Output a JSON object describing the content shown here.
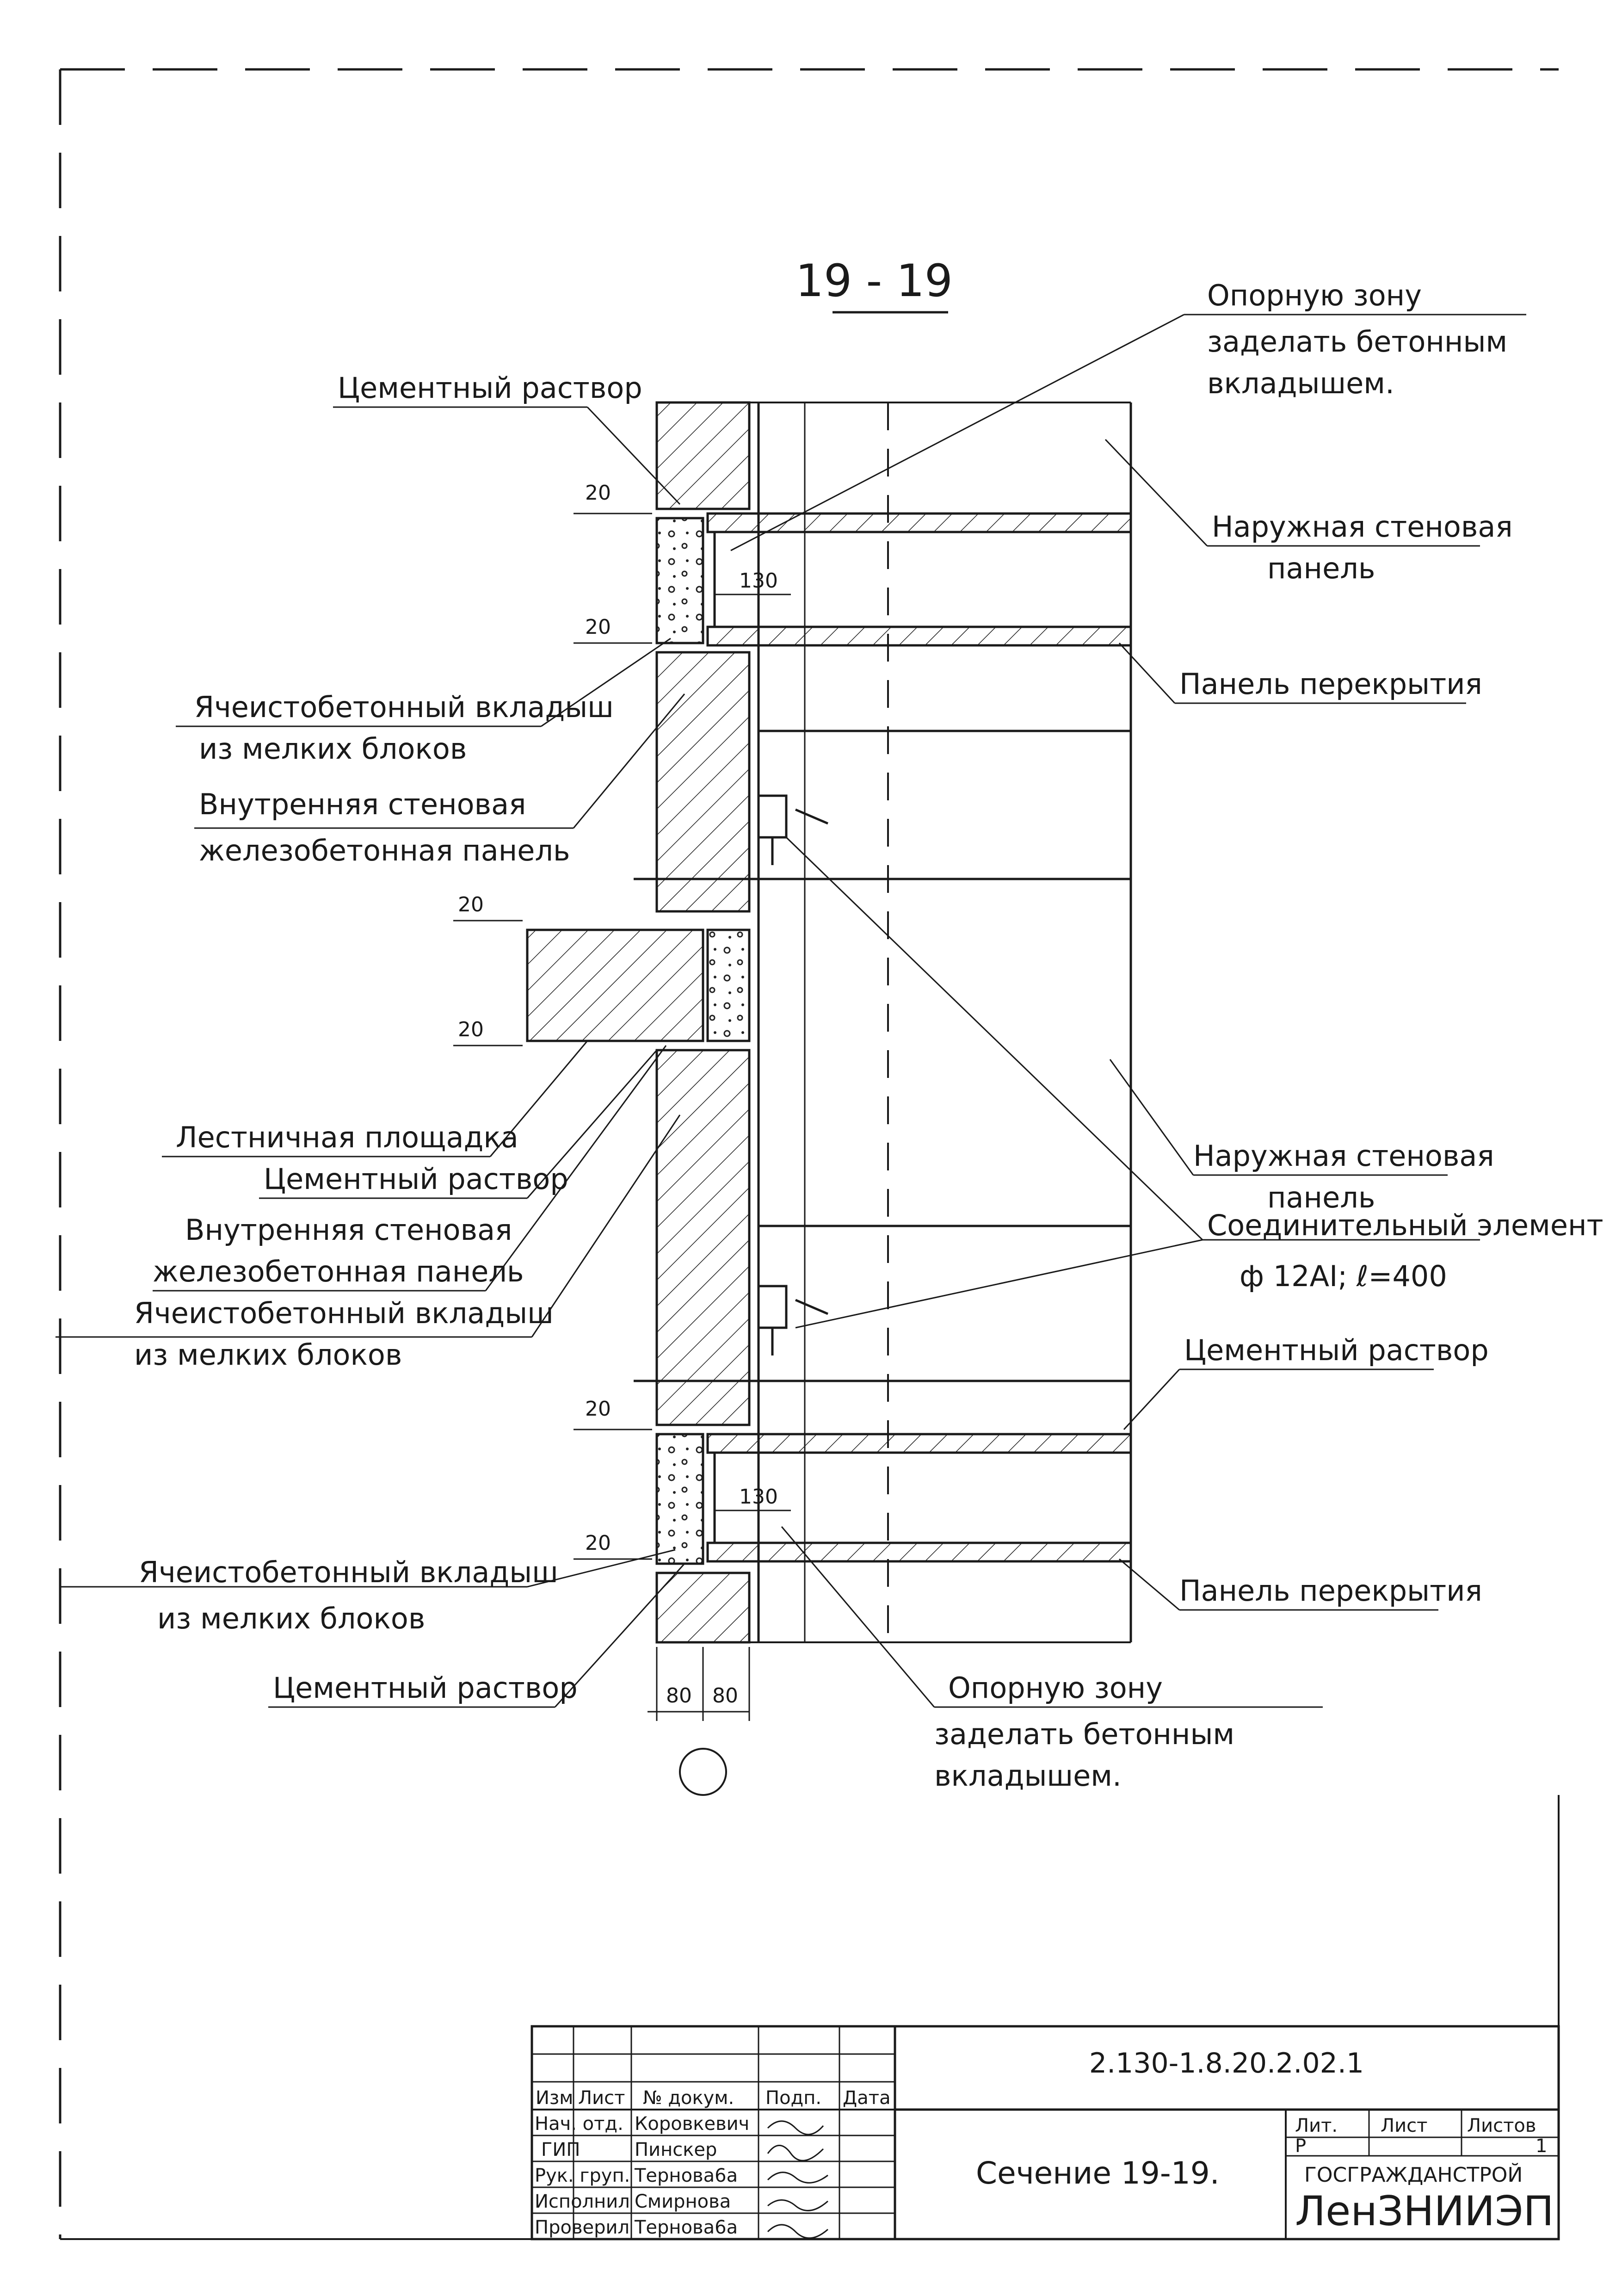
{
  "section_title": "19 - 19",
  "callouts": {
    "support_zone_top_1": "Опорную зону",
    "support_zone_top_2": "заделать бетонным",
    "support_zone_top_3": "вкладышем.",
    "cement_top": "Цементный раствор",
    "outer_panel_1a": "Наружная стеновая",
    "outer_panel_1b": "панель",
    "floor_panel_top": "Панель перекрытия",
    "cellular_insert_1a": "Ячеистобетонный вкладыш",
    "cellular_insert_1b": "из мелких блоков",
    "inner_panel_1a": "Внутренняя стеновая",
    "inner_panel_1b": "железобетонная панель",
    "stair_landing": "Лестничная площадка",
    "cement_mid": "Цементный раствор",
    "inner_panel_2a": "Внутренняя стеновая",
    "inner_panel_2b": "железобетонная панель",
    "cellular_insert_2a": "Ячеистобетонный вкладыш",
    "cellular_insert_2b": "из мелких блоков",
    "outer_panel_2a": "Наружная стеновая",
    "outer_panel_2b": "панель",
    "connector_1": "Соединительный элемент",
    "connector_2": "ф 12АI; ℓ=400",
    "cement_right": "Цементный раствор",
    "cellular_insert_3a": "Ячеистобетонный вкладыш",
    "cellular_insert_3b": "из мелких блоков",
    "floor_panel_bottom": "Панель перекрытия",
    "cement_bottom": "Цементный раствор",
    "support_zone_bot_1": "Опорную зону",
    "support_zone_bot_2": "заделать бетонным",
    "support_zone_bot_3": "вкладышем."
  },
  "dimensions": {
    "gap": "20",
    "bearing": "130",
    "wall_part": "80"
  },
  "title_block": {
    "doc_code": "2.130-1.8.20.2.02.1",
    "sheet_title": "Сечение 19-19.",
    "header": {
      "c1": "Изм",
      "c2": "Лист",
      "c3": "№ докум.",
      "c4": "Подп.",
      "c5": "Дата"
    },
    "roles": [
      {
        "role": "Нач. отд.",
        "name": "Коровкевич"
      },
      {
        "role": "ГИП",
        "name": "Пинскер"
      },
      {
        "role": "Рук. груп.",
        "name": "Тернова6а"
      },
      {
        "role": "Исполнил",
        "name": "Смирнова"
      },
      {
        "role": "Проверил",
        "name": "Тернова6а"
      }
    ],
    "lit_label": "Лит.",
    "sheet_label": "Лист",
    "sheets_label": "Листов",
    "lit_value": "Р",
    "sheets_value": "1",
    "org_1": "ГОСГРАЖДАНСТРОЙ",
    "org_2": "ЛенЗНИИЭП"
  }
}
